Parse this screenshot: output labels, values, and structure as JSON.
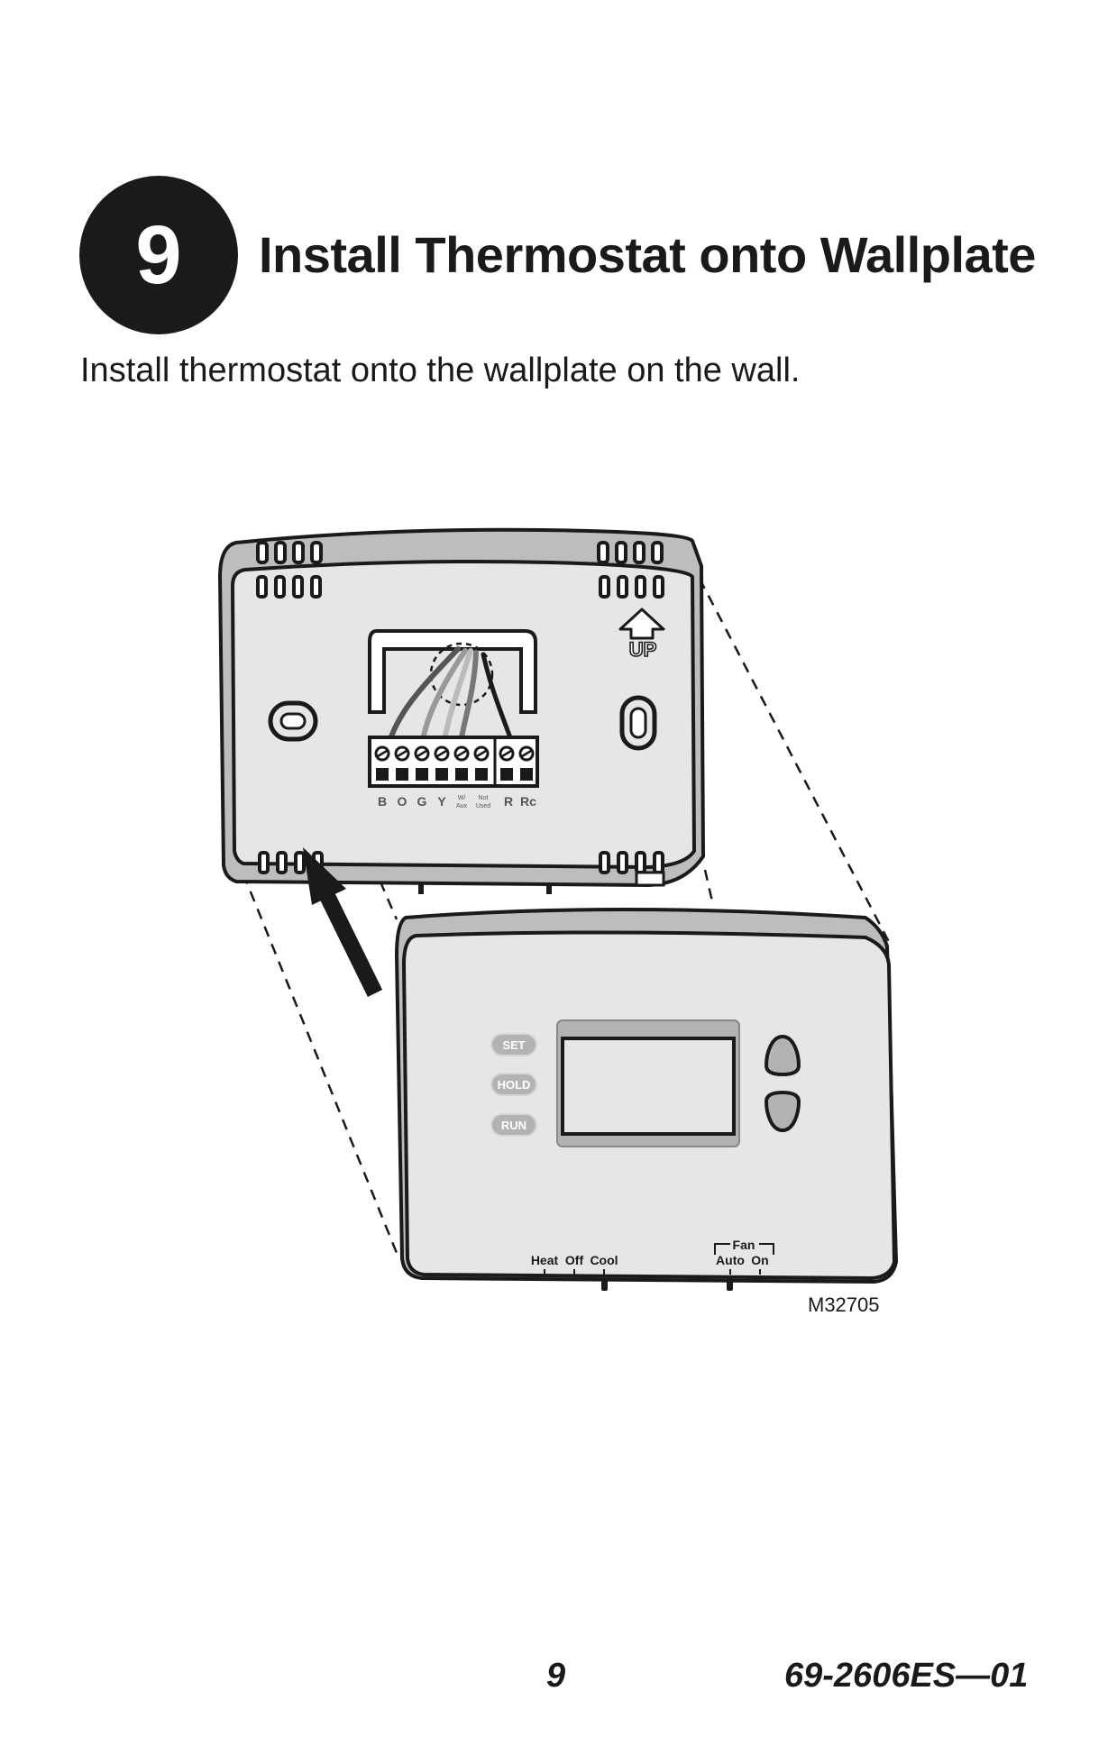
{
  "header": {
    "step_number": "9",
    "title": "Install Thermostat onto Wallplate"
  },
  "instruction": "Install thermostat onto the wallplate on the wall.",
  "wallplate": {
    "up_label": "UP",
    "terminals": [
      "B",
      "O",
      "G",
      "Y"
    ],
    "terminal_waux_top": "W/",
    "terminal_waux_bottom": "Aux",
    "terminal_notused_top": "Not",
    "terminal_notused_bottom": "Used",
    "terminal_r": "R",
    "terminal_rc": "Rc"
  },
  "thermostat": {
    "buttons": [
      "SET",
      "HOLD",
      "RUN"
    ],
    "system_switch": [
      "Heat",
      "Off",
      "Cool"
    ],
    "fan_label": "Fan",
    "fan_switch": [
      "Auto",
      "On"
    ]
  },
  "figure_id": "M32705",
  "footer": {
    "page_number": "9",
    "document_number": "69-2606ES—01"
  }
}
